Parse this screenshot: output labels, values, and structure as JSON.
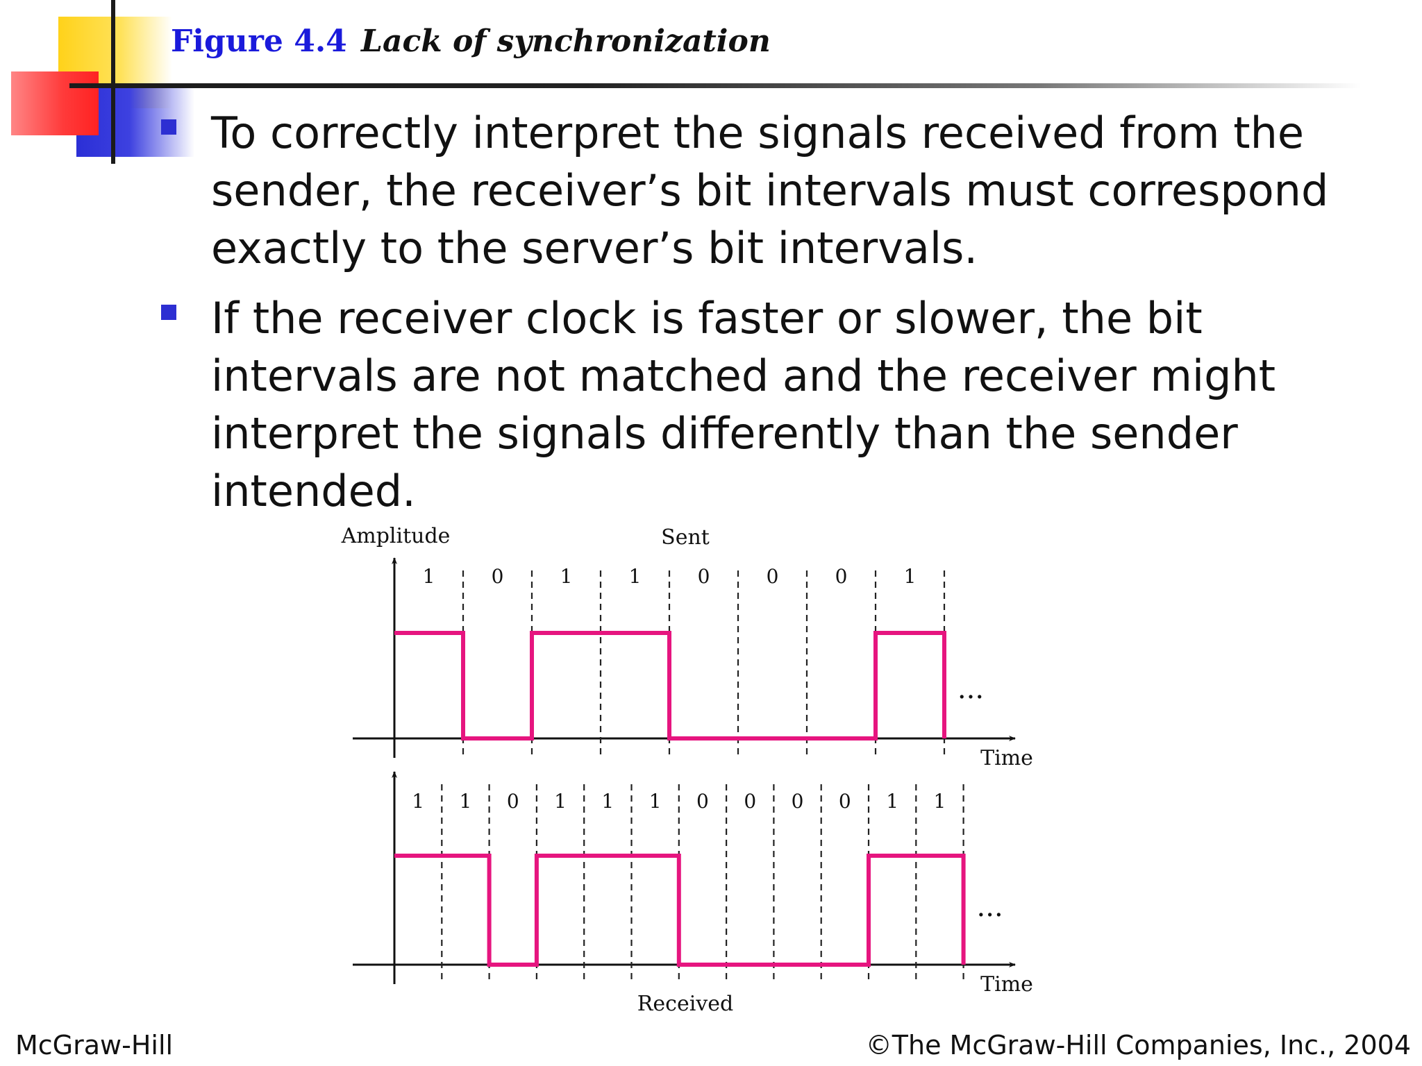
{
  "header": {
    "figure_label": "Figure 4.4",
    "figure_caption": "Lack of synchronization"
  },
  "bullets": [
    "To correctly interpret the signals received from the sender, the receiver’s bit intervals must correspond exactly to the server’s bit intervals.",
    "If the receiver clock is faster or slower, the bit intervals are not matched and the receiver might interpret the signals differently than the sender intended."
  ],
  "diagram": {
    "y_axis_label": "Amplitude",
    "sent": {
      "label": "Sent",
      "bits": [
        "1",
        "0",
        "1",
        "1",
        "0",
        "0",
        "0",
        "1"
      ],
      "x_label": "Time",
      "continuation": "..."
    },
    "received": {
      "label": "Received",
      "bits": [
        "1",
        "1",
        "0",
        "1",
        "1",
        "1",
        "0",
        "0",
        "0",
        "0",
        "1",
        "1"
      ],
      "x_label": "Time",
      "continuation": "..."
    },
    "colors": {
      "signal": "#e6157f",
      "axis": "#111111",
      "divider": "#222222"
    }
  },
  "footer": {
    "left": "McGraw-Hill",
    "right": "©The McGraw-Hill Companies, Inc., 2004"
  }
}
